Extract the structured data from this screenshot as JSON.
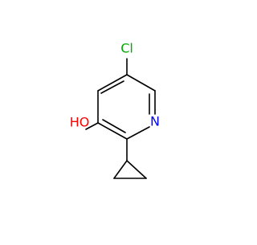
{
  "molecule": {
    "atoms": {
      "chlorine": "Cl",
      "nitrogen": "N",
      "hydroxyl": "HO"
    },
    "colors": {
      "bond": "#000000",
      "chlorine": "#00aa00",
      "nitrogen": "#0000ff",
      "oxygen": "#ff0000"
    }
  }
}
